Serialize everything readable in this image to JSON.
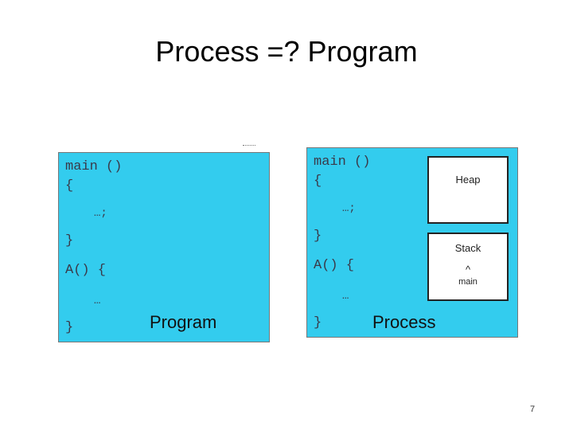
{
  "title": "Process =? Program",
  "program_panel": {
    "lines": [
      "main ()",
      "{",
      "…;",
      "}",
      "A() {",
      "…",
      "}"
    ],
    "label": "Program"
  },
  "process_panel": {
    "lines": [
      "main ()",
      "{",
      "…;",
      "}",
      "A() {",
      "…",
      "}"
    ],
    "label": "Process",
    "heap_label": "Heap",
    "stack_label": "Stack",
    "stack_caret": "^",
    "stack_frame": "main"
  },
  "page_number": "7",
  "colors": {
    "panel_fill": "#33ccee",
    "memory_box_fill": "#ffffff"
  }
}
